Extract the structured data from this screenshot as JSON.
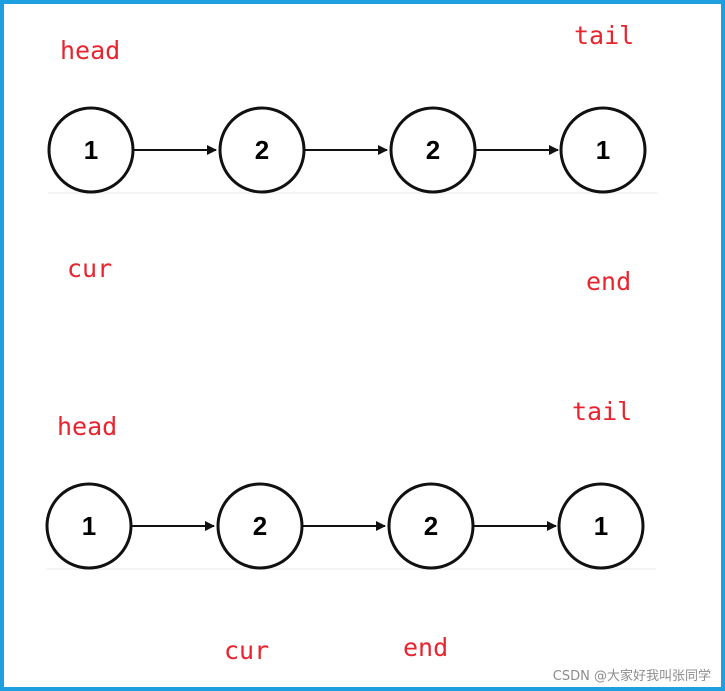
{
  "diagrams": [
    {
      "nodes": [
        "1",
        "2",
        "2",
        "1"
      ],
      "labels": {
        "head": "head",
        "tail": "tail",
        "cur": "cur",
        "end": "end"
      }
    },
    {
      "nodes": [
        "1",
        "2",
        "2",
        "1"
      ],
      "labels": {
        "head": "head",
        "tail": "tail",
        "cur": "cur",
        "end": "end"
      }
    }
  ],
  "colors": {
    "frame": "#1ea0e0",
    "label": "#e8242e",
    "node_stroke": "#111111"
  },
  "watermark": "CSDN @大家好我叫张同学"
}
